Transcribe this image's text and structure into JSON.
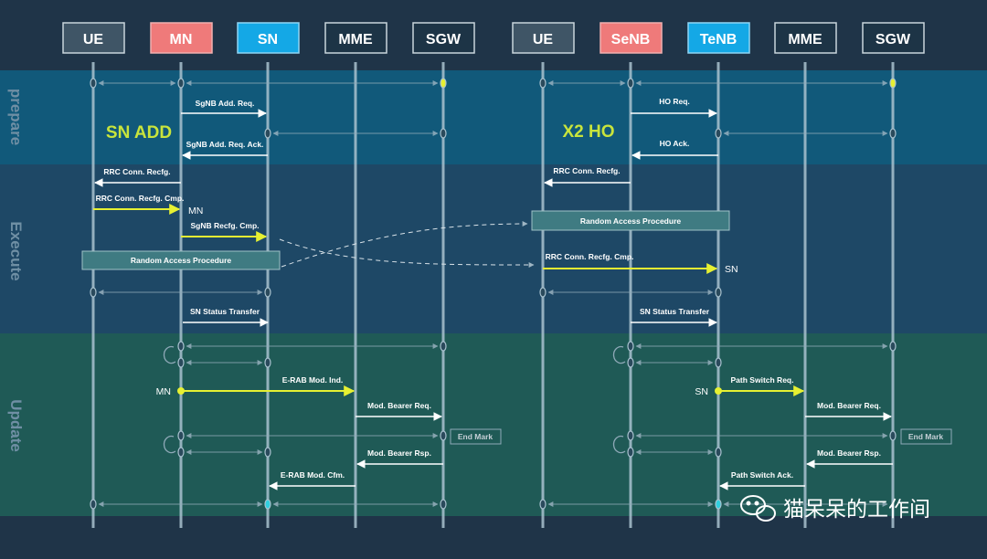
{
  "diagram": {
    "phases": [
      "prepare",
      "Execute",
      "Update"
    ],
    "left": {
      "title": "SN ADD",
      "entities": [
        {
          "label": "UE",
          "color": "#3f5566"
        },
        {
          "label": "MN",
          "color": "#ef7a7a"
        },
        {
          "label": "SN",
          "color": "#14a8e6"
        },
        {
          "label": "MME",
          "color": "#1d3446"
        },
        {
          "label": "SGW",
          "color": "#1d3446"
        }
      ],
      "messages": [
        "SgNB Add. Req.",
        "SgNB Add. Req. Ack.",
        "RRC Conn. Recfg.",
        "RRC Conn. Recfg. Cmp.",
        "SgNB Recfg. Cmp.",
        "SN Status Transfer",
        "E-RAB Mod. Ind.",
        "Mod. Bearer Req.",
        "Mod. Bearer Rsp.",
        "E-RAB Mod. Cfm."
      ],
      "side_labels": [
        "MN",
        "MN"
      ],
      "box": "Random Access Procedure",
      "end_mark": "End Mark"
    },
    "right": {
      "title": "X2 HO",
      "entities": [
        {
          "label": "UE",
          "color": "#3f5566"
        },
        {
          "label": "SeNB",
          "color": "#ef7a7a"
        },
        {
          "label": "TeNB",
          "color": "#14a8e6"
        },
        {
          "label": "MME",
          "color": "#1d3446"
        },
        {
          "label": "SGW",
          "color": "#1d3446"
        }
      ],
      "messages": [
        "HO Req.",
        "HO Ack.",
        "RRC Conn. Recfg.",
        "RRC Conn. Recfg. Cmp.",
        "SN Status Transfer",
        "Path Switch Req.",
        "Mod. Bearer Req.",
        "Mod. Bearer Rsp.",
        "Path Switch Ack."
      ],
      "side_labels": [
        "SN",
        "SN"
      ],
      "box": "Random Access Procedure",
      "end_mark": "End Mark"
    },
    "watermark": "猫呆呆的工作间",
    "colors": {
      "prepare_band": "#11597a",
      "execute_band": "#1e4866",
      "update_band": "#1f5a56",
      "signal": "#ffffff",
      "highlight": "#e6f032",
      "lifeline": "#a9c2cf"
    }
  }
}
